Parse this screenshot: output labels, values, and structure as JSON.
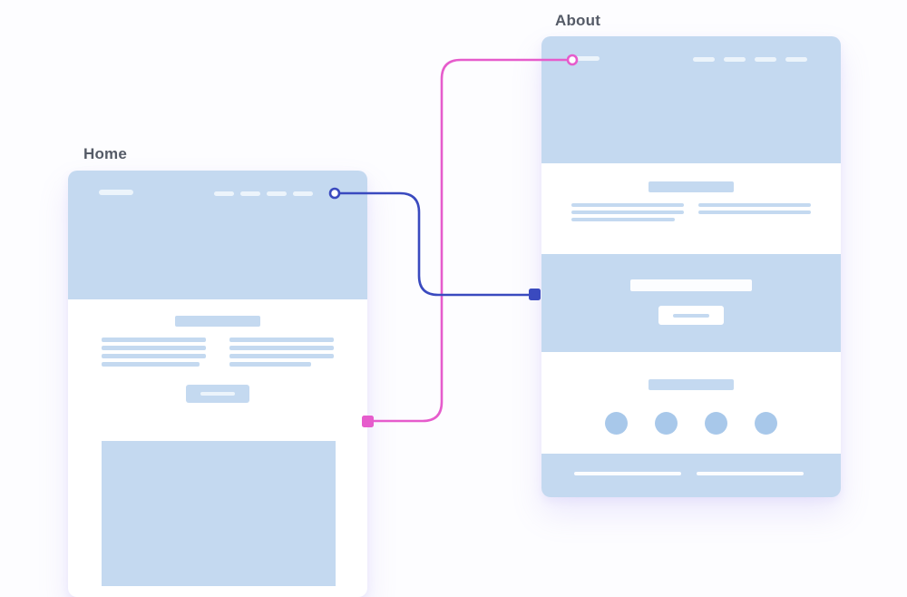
{
  "canvas": {
    "background": "#fdfdff"
  },
  "pages": [
    {
      "title": "Home",
      "wireframe": [
        "header-with-nav",
        "heading-bar",
        "two-column-text",
        "cta-button",
        "image-block"
      ]
    },
    {
      "title": "About",
      "wireframe": [
        "header-with-nav",
        "heading-bar",
        "two-column-text",
        "feature-banner",
        "feature-button",
        "section-heading",
        "avatar-row",
        "footer-links"
      ]
    }
  ],
  "connectors": [
    {
      "name": "home-nav-to-about-feature",
      "color": "#3a4abf",
      "start_marker": "circle",
      "end_marker": "square"
    },
    {
      "name": "home-cta-to-about-header",
      "color": "#e65ccc",
      "start_marker": "square",
      "end_marker": "circle"
    }
  ],
  "colors": {
    "wireframe_block": "#c4d9f0",
    "wireframe_light": "#ecf4fb",
    "avatar_fill": "#a8c8ea",
    "label_text": "#555b67",
    "card_background": "#ffffff"
  }
}
